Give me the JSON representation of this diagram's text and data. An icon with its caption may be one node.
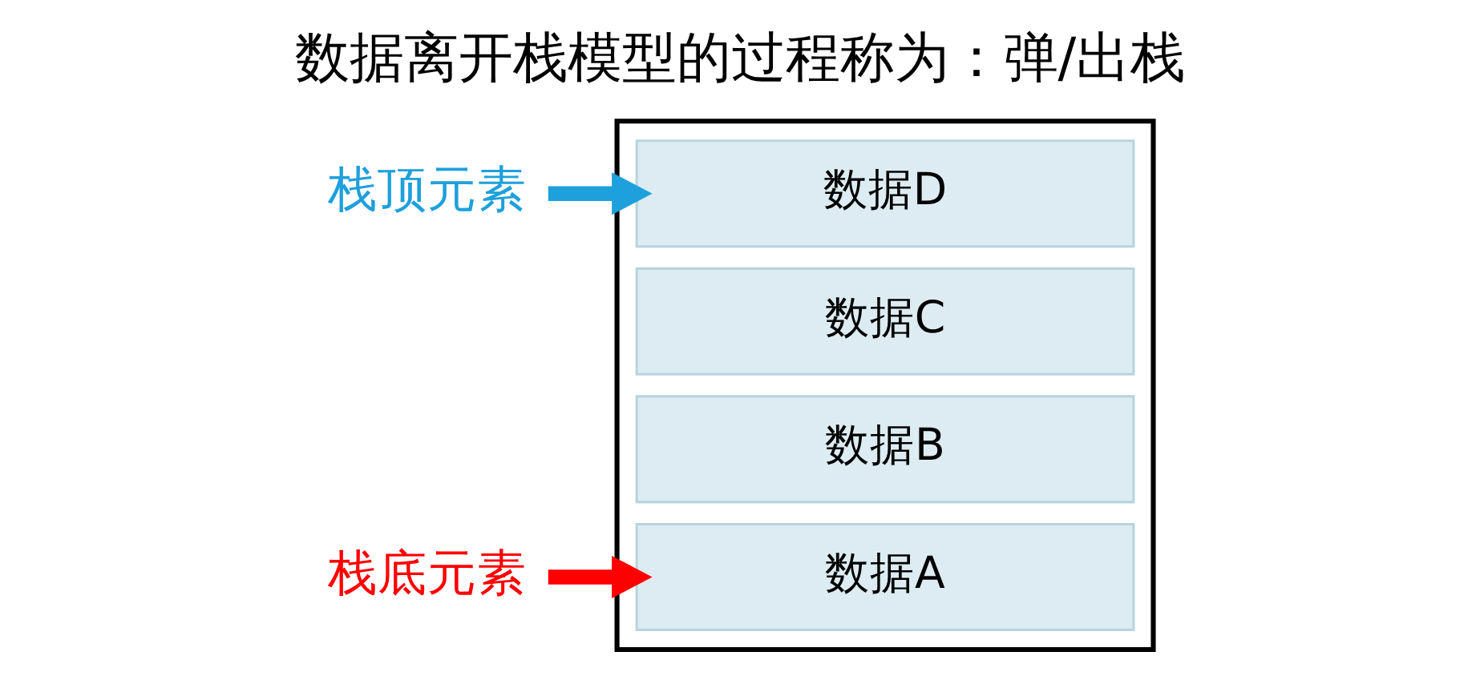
{
  "diagram": {
    "title": "数据离开栈模型的过程称为：弹/出栈",
    "nodes": [
      {
        "text": [],
        "shape": "box"
      },
      {
        "text": [
          "栈顶元素"
        ]
      },
      {
        "text": [
          "数据D"
        ],
        "in": 0
      },
      {
        "text": [
          "数据C"
        ],
        "in": 0
      },
      {
        "text": [
          "数据B"
        ],
        "in": 0
      },
      {
        "text": [
          "栈底元素"
        ]
      },
      {
        "text": [
          "数据A"
        ],
        "in": 0
      }
    ],
    "edges": [
      {
        "from": 1,
        "to": 2,
        "arrow": "to",
        "color": "#1ea0dc"
      },
      {
        "from": 5,
        "to": 6,
        "arrow": "to",
        "color": "#ff0000"
      }
    ]
  }
}
